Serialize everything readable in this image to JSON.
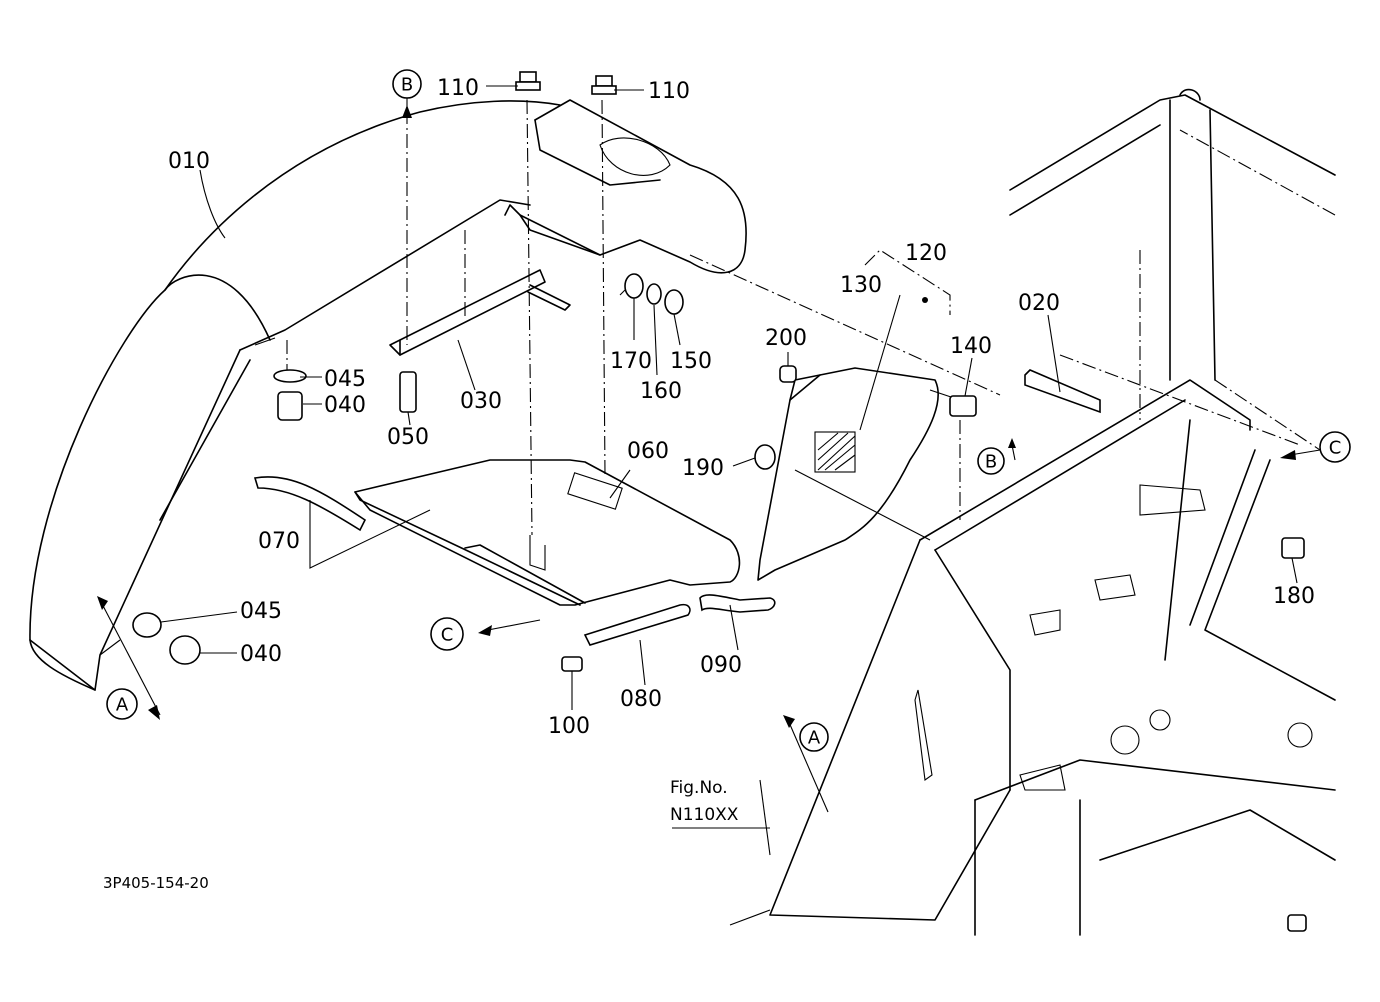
{
  "part_labels": {
    "p010": "010",
    "p020": "020",
    "p030": "030",
    "p040a": "040",
    "p040b": "040",
    "p045a": "045",
    "p045b": "045",
    "p050": "050",
    "p060": "060",
    "p070": "070",
    "p080": "080",
    "p090": "090",
    "p100": "100",
    "p110a": "110",
    "p110b": "110",
    "p120": "120",
    "p130": "130",
    "p140": "140",
    "p150": "150",
    "p160": "160",
    "p170": "170",
    "p180": "180",
    "p190": "190",
    "p200": "200"
  },
  "reference_markers": {
    "b_top": "B",
    "b_right": "B",
    "c_left": "C",
    "c_right": "C",
    "a_left": "A",
    "a_mid": "A"
  },
  "figure_reference": {
    "label": "Fig.No.",
    "number": "N110XX"
  },
  "drawing_code": "3P405-154-20"
}
